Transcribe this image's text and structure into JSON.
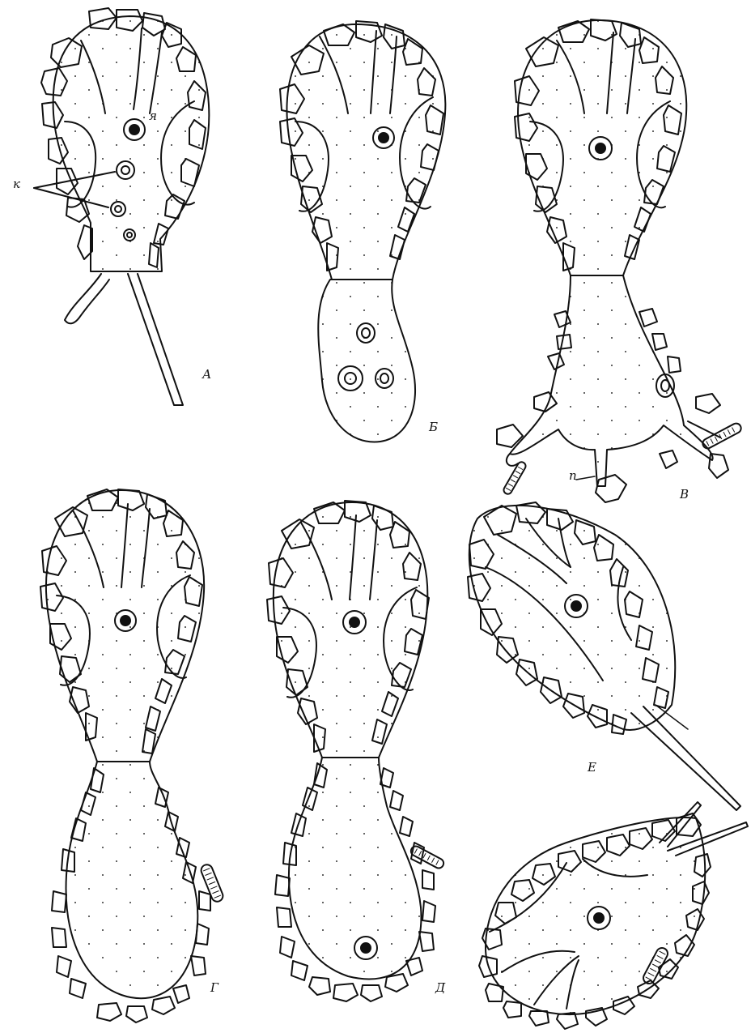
{
  "figure": {
    "panels": [
      {
        "id": "A",
        "label": "А"
      },
      {
        "id": "B",
        "label": "Б"
      },
      {
        "id": "V",
        "label": "В"
      },
      {
        "id": "G",
        "label": "Г"
      },
      {
        "id": "D",
        "label": "Д"
      },
      {
        "id": "E",
        "label": "Е"
      }
    ],
    "annotations": {
      "k": "к",
      "ya": "я",
      "p": "п"
    },
    "colors": {
      "ink": "#111111",
      "paper": "#ffffff"
    }
  }
}
